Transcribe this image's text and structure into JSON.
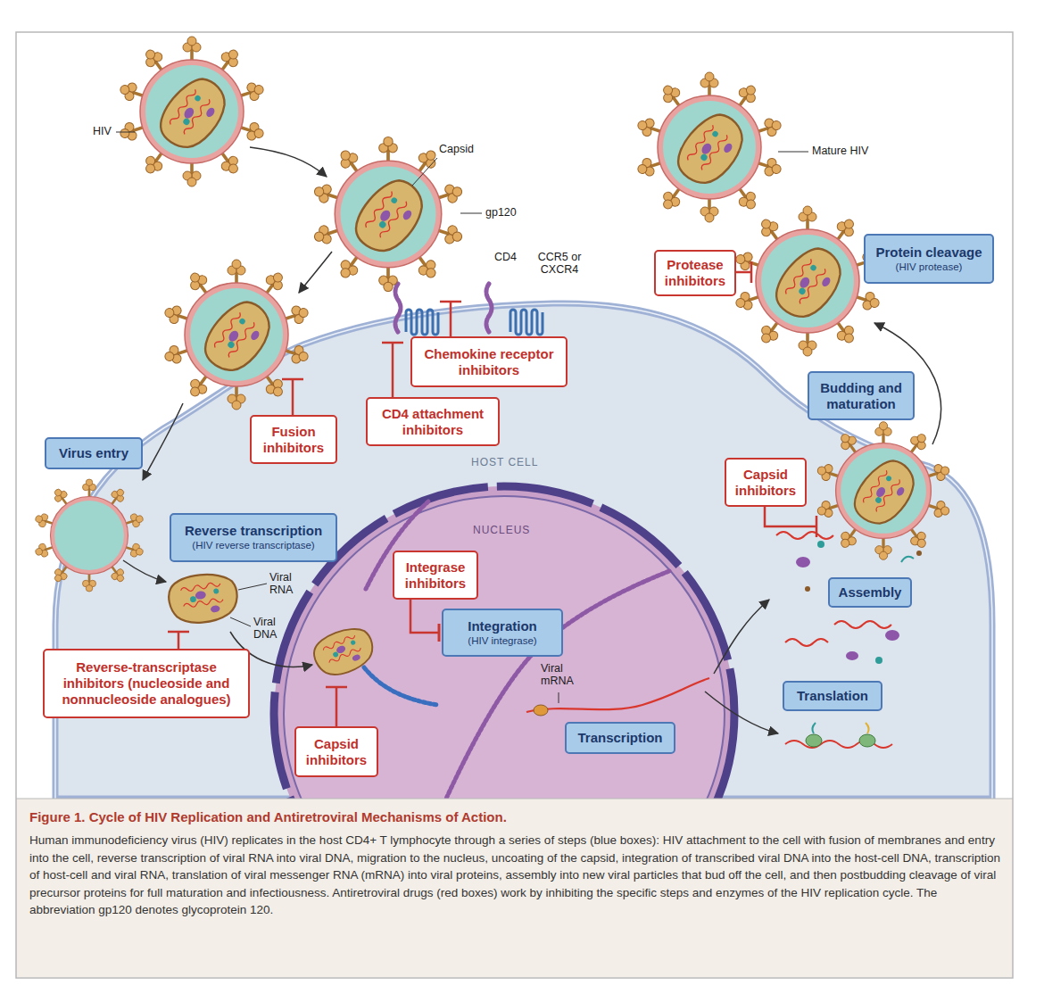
{
  "diagram": {
    "title": "Figure 1. Cycle of HIV Replication and Antiretroviral Mechanisms of Action.",
    "caption": "Human immunodeficiency virus (HIV) replicates in the host CD4+ T lymphocyte through a series of steps (blue boxes): HIV attachment to the cell with fusion of membranes and entry into the cell, reverse transcription of viral RNA into viral DNA, migration to the nucleus, uncoating of the capsid, integration of transcribed viral DNA into the host-cell DNA, transcription of host-cell and viral RNA, translation of viral messenger RNA (mRNA) into viral proteins, assembly into new viral particles that bud off the cell, and then postbudding cleavage of viral precursor proteins for full maturation and infectiousness. Antiretroviral drugs (red boxes) work by inhibiting the specific steps and enzymes of the HIV replication cycle. The abbreviation gp120 denotes glycoprotein 120.",
    "nodes": [
      {
        "text": [
          "Protease inhibitors"
        ]
      },
      {
        "text": [
          "Protein cleavage",
          "(HIV protease)"
        ]
      },
      {
        "text": [
          "Chemokine receptor inhibitors"
        ]
      },
      {
        "text": [
          "Budding and maturation"
        ]
      },
      {
        "text": [
          "CD4 attachment inhibitors"
        ]
      },
      {
        "text": [
          "Fusion inhibitors"
        ]
      },
      {
        "text": [
          "Virus entry"
        ]
      },
      {
        "text": [
          "Capsid inhibitors"
        ]
      },
      {
        "text": [
          "Reverse transcription",
          "(HIV reverse transcriptase)"
        ]
      },
      {
        "text": [
          "Integrase inhibitors"
        ]
      },
      {
        "text": [
          "Assembly"
        ]
      },
      {
        "text": [
          "Integration",
          "(HIV integrase)"
        ]
      },
      {
        "text": [
          "Reverse-transcriptase inhibitors (nucleoside and nonnucleoside analogues)"
        ]
      },
      {
        "text": [
          "Translation"
        ]
      },
      {
        "text": [
          "Transcription"
        ]
      },
      {
        "text": [
          "Capsid inhibitors"
        ]
      }
    ],
    "edges": [
      {
        "from": 9,
        "to": 11,
        "arrow": "to"
      }
    ],
    "labels": [
      "HIV",
      "Capsid",
      "gp120",
      "CD4",
      "CCR5 or CXCR4",
      "Mature HIV",
      "HOST CELL",
      "NUCLEUS",
      "Viral RNA",
      "Viral DNA",
      "Viral mRNA"
    ]
  }
}
